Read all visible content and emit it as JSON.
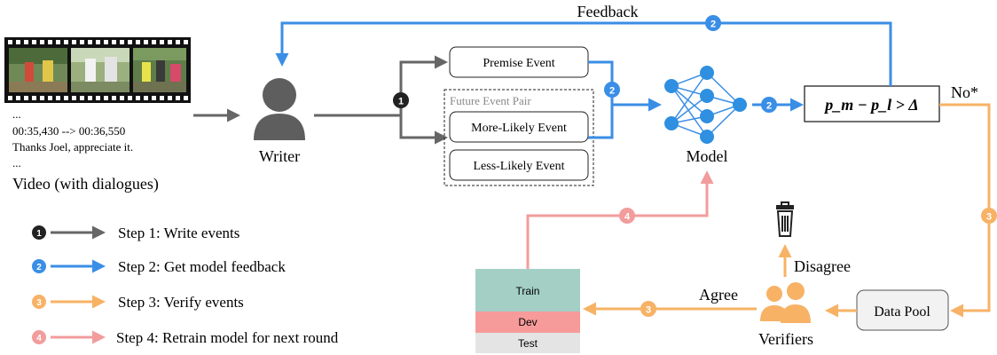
{
  "video": {
    "transcript_lines": [
      "...",
      "00:35,430 --> 00:36,550",
      "Thanks Joel, appreciate it.",
      "..."
    ],
    "caption": "Video (with dialogues)"
  },
  "writer": {
    "label": "Writer"
  },
  "events": {
    "premise": "Premise Event",
    "future_pair_title": "Future Event Pair",
    "more_likely": "More-Likely Event",
    "less_likely": "Less-Likely Event"
  },
  "model": {
    "label": "Model"
  },
  "condition": {
    "formula": "p_m − p_l > Δ",
    "no_label": "No*"
  },
  "feedback": {
    "label": "Feedback"
  },
  "step_badges": {
    "one": "1",
    "two": "2",
    "three": "3",
    "four": "4"
  },
  "data_pool": {
    "label": "Data Pool"
  },
  "verifiers": {
    "label": "Verifiers",
    "agree": "Agree",
    "disagree": "Disagree"
  },
  "splits": {
    "train": "Train",
    "dev": "Dev",
    "test": "Test"
  },
  "legend": [
    {
      "num": "1",
      "text": "Step 1: Write events",
      "color": "#666666",
      "badge": "#222222"
    },
    {
      "num": "2",
      "text": "Step 2: Get model feedback",
      "color": "#3a8ee6",
      "badge": "#3a8ee6"
    },
    {
      "num": "3",
      "text": "Step 3: Verify events",
      "color": "#f7b266",
      "badge": "#f7b266"
    },
    {
      "num": "4",
      "text": "Step 4: Retrain model for next round",
      "color": "#f29c9c",
      "badge": "#f29c9c"
    }
  ],
  "colors": {
    "gray": "#666666",
    "blue": "#3a8ee6",
    "orange": "#f7b266",
    "pink": "#f29c9c",
    "train": "#a3cfc5",
    "dev": "#f69a9a",
    "test": "#e4e4e4"
  }
}
